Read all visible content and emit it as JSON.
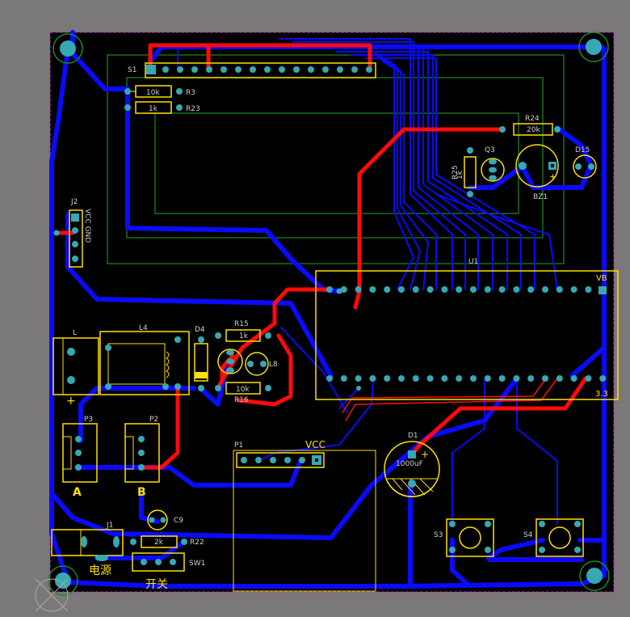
{
  "colors": {
    "background": "#7a7878",
    "board": "#000000",
    "bottom_trace": "#0a0aff",
    "top_trace": "#ff0a0a",
    "outline": "#1e8a1e",
    "silk": "#ffe000",
    "pad": "#36a8b4",
    "board_edge": "#c030c0"
  },
  "labels": {
    "lcd_header": "S1",
    "r3": "R3",
    "r3_val": "10k",
    "r23": "R23",
    "r23_val": "1k",
    "j2": "J2",
    "j2_pins": "VCC GND",
    "r24": "R24",
    "r24_val": "20k",
    "q3": "Q3",
    "r25": "R25",
    "r25_val": "1k",
    "buzzer": "BZ1",
    "d15": "D15",
    "u1": "U1",
    "vb": "VB",
    "v33": "3.3",
    "l": "L",
    "l4": "L4",
    "d4": "D4",
    "r15": "R15",
    "r15_val": "1k",
    "r16": "R16",
    "r16_val": "10k",
    "l8": "L8",
    "p3": "P3",
    "p2": "P2",
    "a": "A",
    "b": "B",
    "p1": "P1",
    "vcc": "VCC",
    "d1": "D1",
    "d1_val": "1000uF",
    "s3": "S3",
    "s4": "S4",
    "j1": "J1",
    "c9": "C9",
    "r22": "R22",
    "r22_val": "2k",
    "sw1": "SW1",
    "power": "电源",
    "switch": "开关",
    "plus": "+"
  }
}
